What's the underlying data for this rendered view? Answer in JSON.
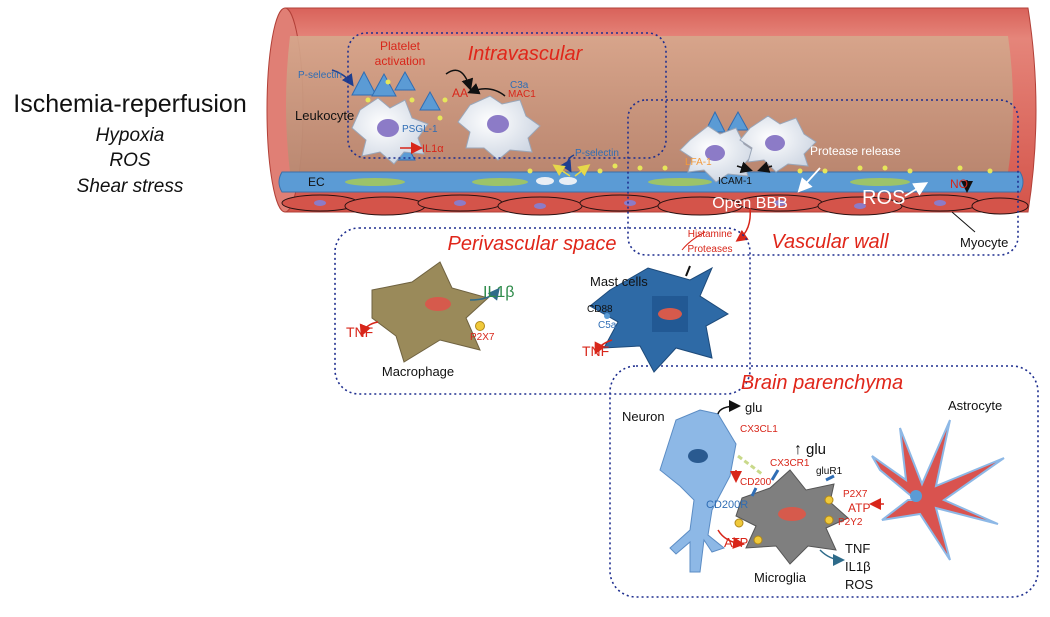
{
  "title": "Ischemia-reperfusion",
  "conditions": [
    "Hypoxia",
    "ROS",
    "Shear stress"
  ],
  "regions": {
    "intravascular": "Intravascular",
    "perivascular": "Perivascular space",
    "vascular_wall": "Vascular wall",
    "parenchyma": "Brain parenchyma"
  },
  "vessel_labels": {
    "platelet_activation": "Platelet\nactivation",
    "p_selectin_1": "P-selectin",
    "p_selectin_2": "P-selectin",
    "leukocyte": "Leukocyte",
    "psgl1": "PSGL-1",
    "il1a": "IL1α",
    "aa": "AA",
    "c3a": "C3a",
    "mac1": "MAC1",
    "ec": "EC",
    "lfa1": "LFA-1",
    "icam1": "ICAM-1",
    "protease_release": "Protease release",
    "open_bbb": "Open BBB",
    "ros": "ROS",
    "no": "NO",
    "myocyte": "Myocyte",
    "histamine": "Histamine",
    "proteases": "Proteases"
  },
  "perivascular_labels": {
    "il1b": "IL1β",
    "tnf_macro": "TNF",
    "p2x7": "P2X7",
    "macrophage": "Macrophage",
    "mast_cells": "Mast  cells",
    "cd88": "CD88",
    "c5a": "C5a",
    "tnf_mast": "TNF"
  },
  "parenchyma_labels": {
    "neuron": "Neuron",
    "glu": "glu",
    "cx3cl1": "CX3CL1",
    "glu_up": "glu",
    "astrocyte": "Astrocyte",
    "cx3cr1": "CX3CR1",
    "glur1": "gluR1",
    "cd200": "CD200",
    "cd200r": "CD200R",
    "p2x7": "P2X7",
    "atp_right": "ATP",
    "p2y2": "P2Y2",
    "atp_left": "ATP",
    "tnf": "TNF",
    "il1b": "IL1β",
    "ros": "ROS",
    "microglia": "Microglia"
  },
  "colors": {
    "vessel_red": "#e06a5f",
    "vessel_inner": "#c89a80",
    "endothelium_blue": "#5b9bd5",
    "region_title_red": "#e0261a",
    "dotted_border": "#1f2f8f",
    "macrophage": "#9a8a5a",
    "mast_cell": "#2e6aa6",
    "microglia": "#7f7f7f",
    "neuron": "#8db8e6",
    "astrocyte": "#d9534f"
  }
}
